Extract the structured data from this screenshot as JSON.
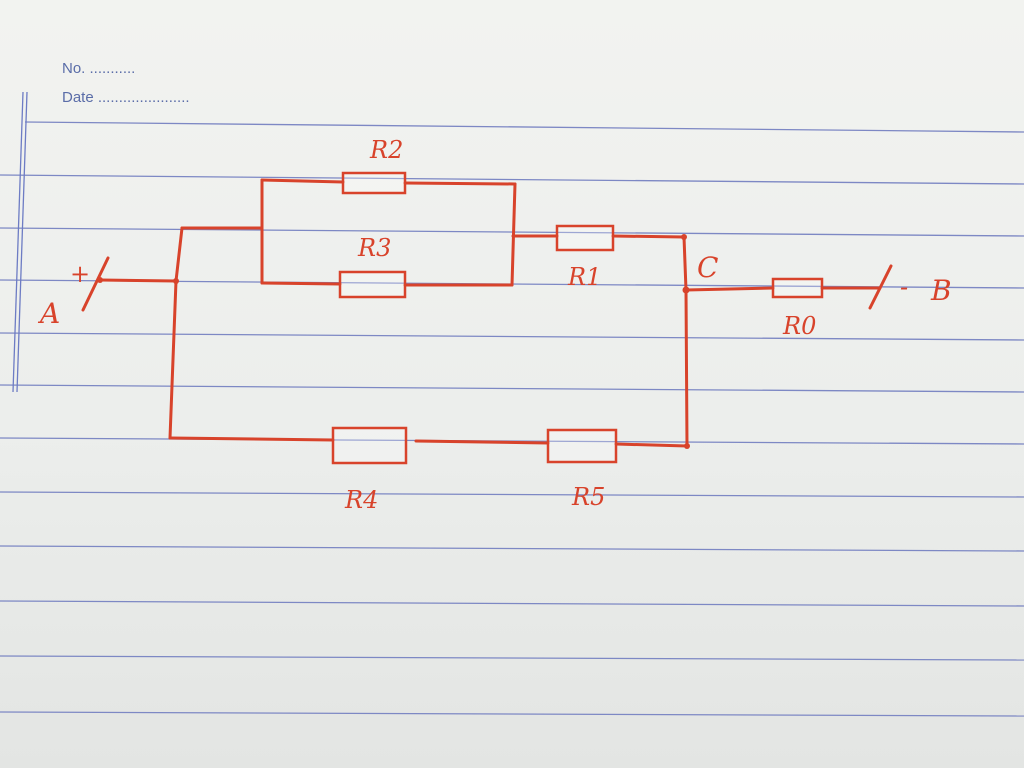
{
  "header": {
    "no_label": "No. ...........",
    "date_label": "Date ......................"
  },
  "diagram": {
    "terminal_a": "A",
    "terminal_a_sign": "+",
    "terminal_b": "B",
    "terminal_b_sign": "-",
    "node_c": "C",
    "resistors": {
      "r0": "R0",
      "r1": "R1",
      "r2": "R2",
      "r3": "R3",
      "r4": "R4",
      "r5": "R5"
    }
  },
  "colors": {
    "ink": "#d8432b",
    "rule_lines": "#7d88c4",
    "header_text": "#5a6da8"
  }
}
